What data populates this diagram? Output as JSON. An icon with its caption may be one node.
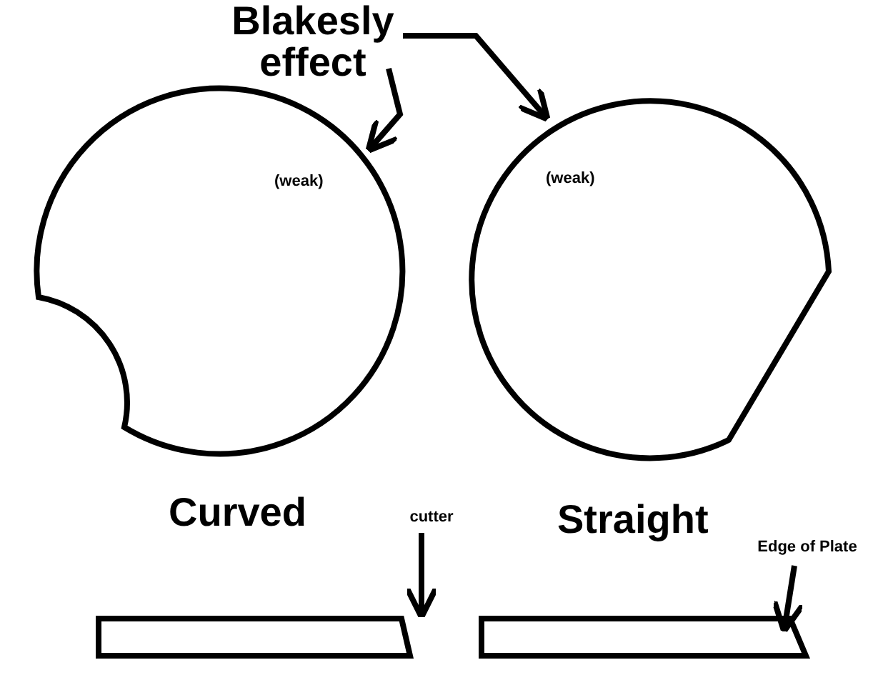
{
  "diagram": {
    "nodes": [
      {
        "text": [
          "Blakesly effect"
        ]
      },
      {
        "text": [
          "(weak)"
        ]
      },
      {
        "text": [
          "(weak)"
        ]
      },
      {
        "text": [
          "cutter"
        ]
      },
      {
        "text": [],
        "shape": "bar"
      },
      {
        "text": [
          "Edge of Plate"
        ]
      },
      {
        "text": [],
        "shape": "bar"
      }
    ],
    "edges": [
      {
        "from": 0,
        "to": 1,
        "arrow": "to"
      },
      {
        "from": 0,
        "to": 2,
        "arrow": "to"
      },
      {
        "from": 3,
        "to": 4,
        "arrow": "to"
      },
      {
        "from": 5,
        "to": 6,
        "arrow": "to"
      }
    ],
    "labels": [
      "Curved",
      "Straight"
    ]
  }
}
